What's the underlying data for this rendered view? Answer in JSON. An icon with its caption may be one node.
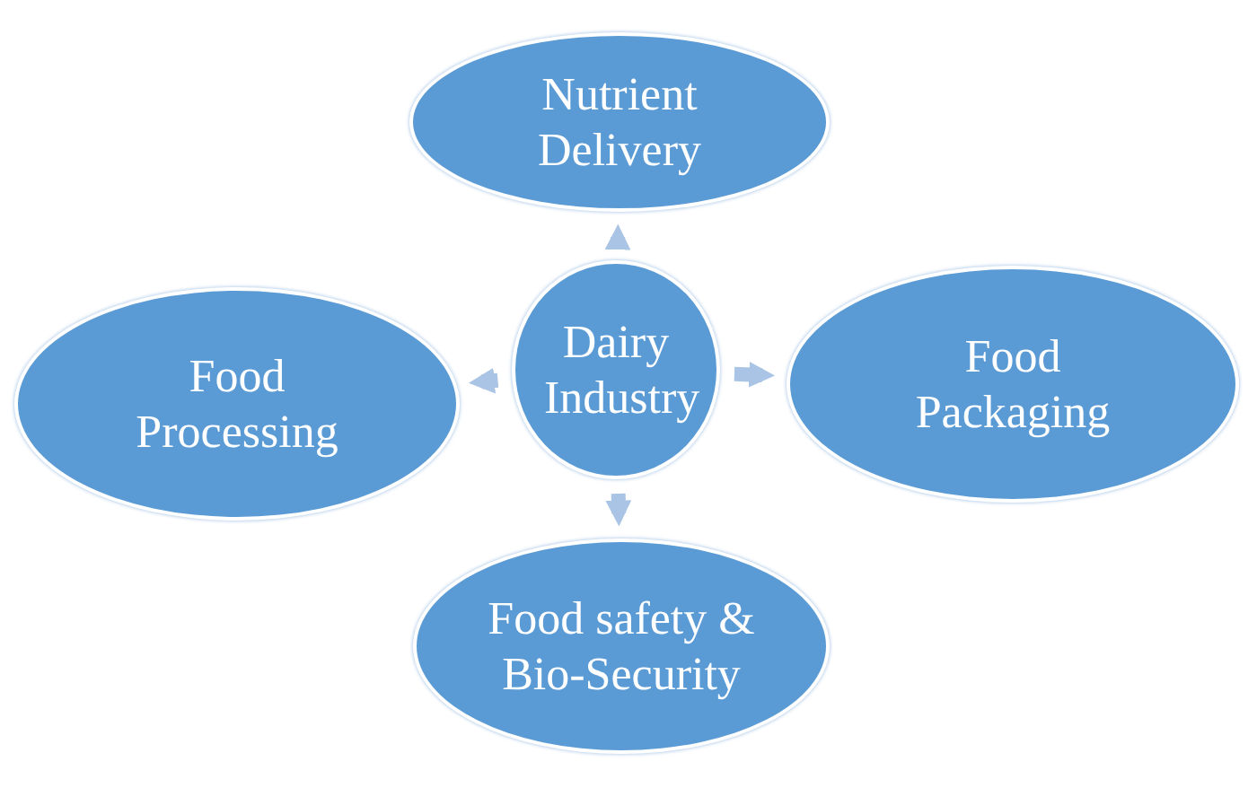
{
  "diagram": {
    "nodes": [
      {
        "text": [
          "Dairy Industry"
        ]
      },
      {
        "text": [
          "Nutrient Delivery"
        ]
      },
      {
        "text": [
          "Food Packaging"
        ]
      },
      {
        "text": [
          "Food safety & Bio-Security"
        ]
      },
      {
        "text": [
          "Food Processing"
        ]
      }
    ],
    "edges": [
      {
        "from": 0,
        "to": 1,
        "arrow": "to"
      },
      {
        "from": 0,
        "to": 2,
        "arrow": "to"
      },
      {
        "from": 0,
        "to": 3,
        "arrow": "to"
      },
      {
        "from": 0,
        "to": 4,
        "arrow": "to"
      }
    ]
  }
}
